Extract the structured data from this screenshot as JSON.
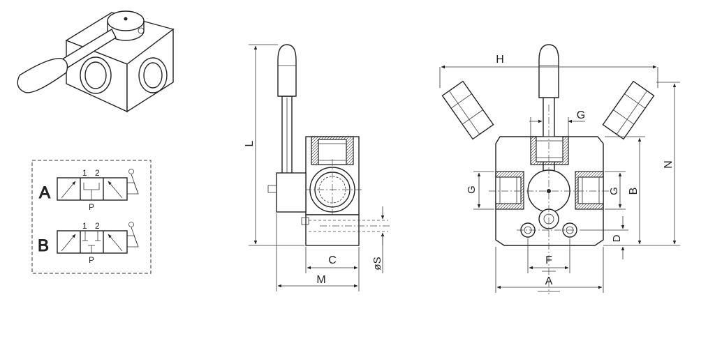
{
  "schematic": {
    "variant_a": {
      "label": "A",
      "port1": "1",
      "port2": "2",
      "port_p": "P"
    },
    "variant_b": {
      "label": "B",
      "port1": "1",
      "port2": "2",
      "port_p": "P"
    }
  },
  "side_view": {
    "dim_l": "L",
    "dim_c": "C",
    "dim_m": "M",
    "dim_s": "øS"
  },
  "front_view": {
    "dim_h": "H",
    "dim_g_top": "G",
    "dim_g_left": "G",
    "dim_g_right": "G",
    "dim_b": "B",
    "dim_n": "N",
    "dim_d": "D",
    "dim_f": "F",
    "dim_a": "A"
  }
}
